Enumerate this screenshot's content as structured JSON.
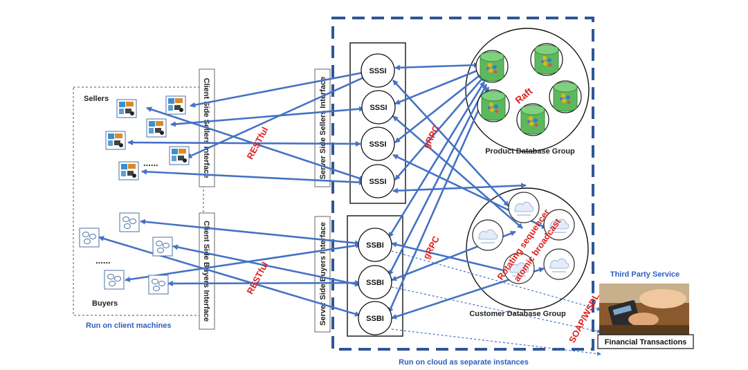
{
  "labels": {
    "sellers": "Sellers",
    "buyers": "Buyers",
    "ellipsis": "......",
    "client_machines": "Run on client machines",
    "cloud_instances": "Run on cloud as separate instances",
    "client_sellers_interface": "Client Side Sellers Interface",
    "client_buyers_interface": "Client Side Buyers Interface",
    "server_sellers_interface": "Server Side Sellers Interface",
    "server_buyers_interface": "Server Side Buyers Interface",
    "restful_sellers": "RESTful",
    "restful_buyers": "RESTful",
    "grpc_sellers": "gRPC",
    "grpc_buyers": "gRPC",
    "raft": "Raft",
    "rotating_sequencer_line1": "Rotating sequencer",
    "rotating_sequencer_line2": "atomic broadcast",
    "product_db_group": "Product Database Group",
    "customer_db_group": "Customer Database Group",
    "third_party_service": "Third Party Service",
    "financial_transactions": "Financial Transactions",
    "soap_wsdl": "SOAP/WSDL"
  },
  "sssi_nodes": [
    "SSSI",
    "SSSI",
    "SSSI",
    "SSSI"
  ],
  "ssbi_nodes": [
    "SSBI",
    "SSBI",
    "SSBI"
  ],
  "colors": {
    "arrow": "#4472c4",
    "dashed_border": "#2f5597",
    "protocol_text": "#e0201e",
    "blue_caption": "#2e5fbf",
    "db_green": "#5cb85c",
    "db_white": "#f3f6fb"
  }
}
